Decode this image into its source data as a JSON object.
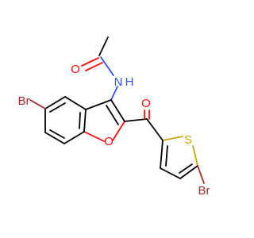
{
  "atoms": {
    "oxygen_carbonyl_top": {
      "label": "O",
      "color": "#ff0d0d"
    },
    "nitrogen_amide": {
      "label": "N",
      "h_label": "H",
      "color": "#3050f8"
    },
    "oxygen_ketone": {
      "label": "O",
      "color": "#ff0d0d"
    },
    "bromine_benzofuran": {
      "label": "Br",
      "color": "#a62929"
    },
    "oxygen_furan": {
      "label": "O",
      "color": "#ff0d0d"
    },
    "sulfur_thiophene": {
      "label": "S",
      "color": "#c8a800"
    },
    "bromine_thiophene": {
      "label": "Br",
      "color": "#a62929"
    }
  }
}
